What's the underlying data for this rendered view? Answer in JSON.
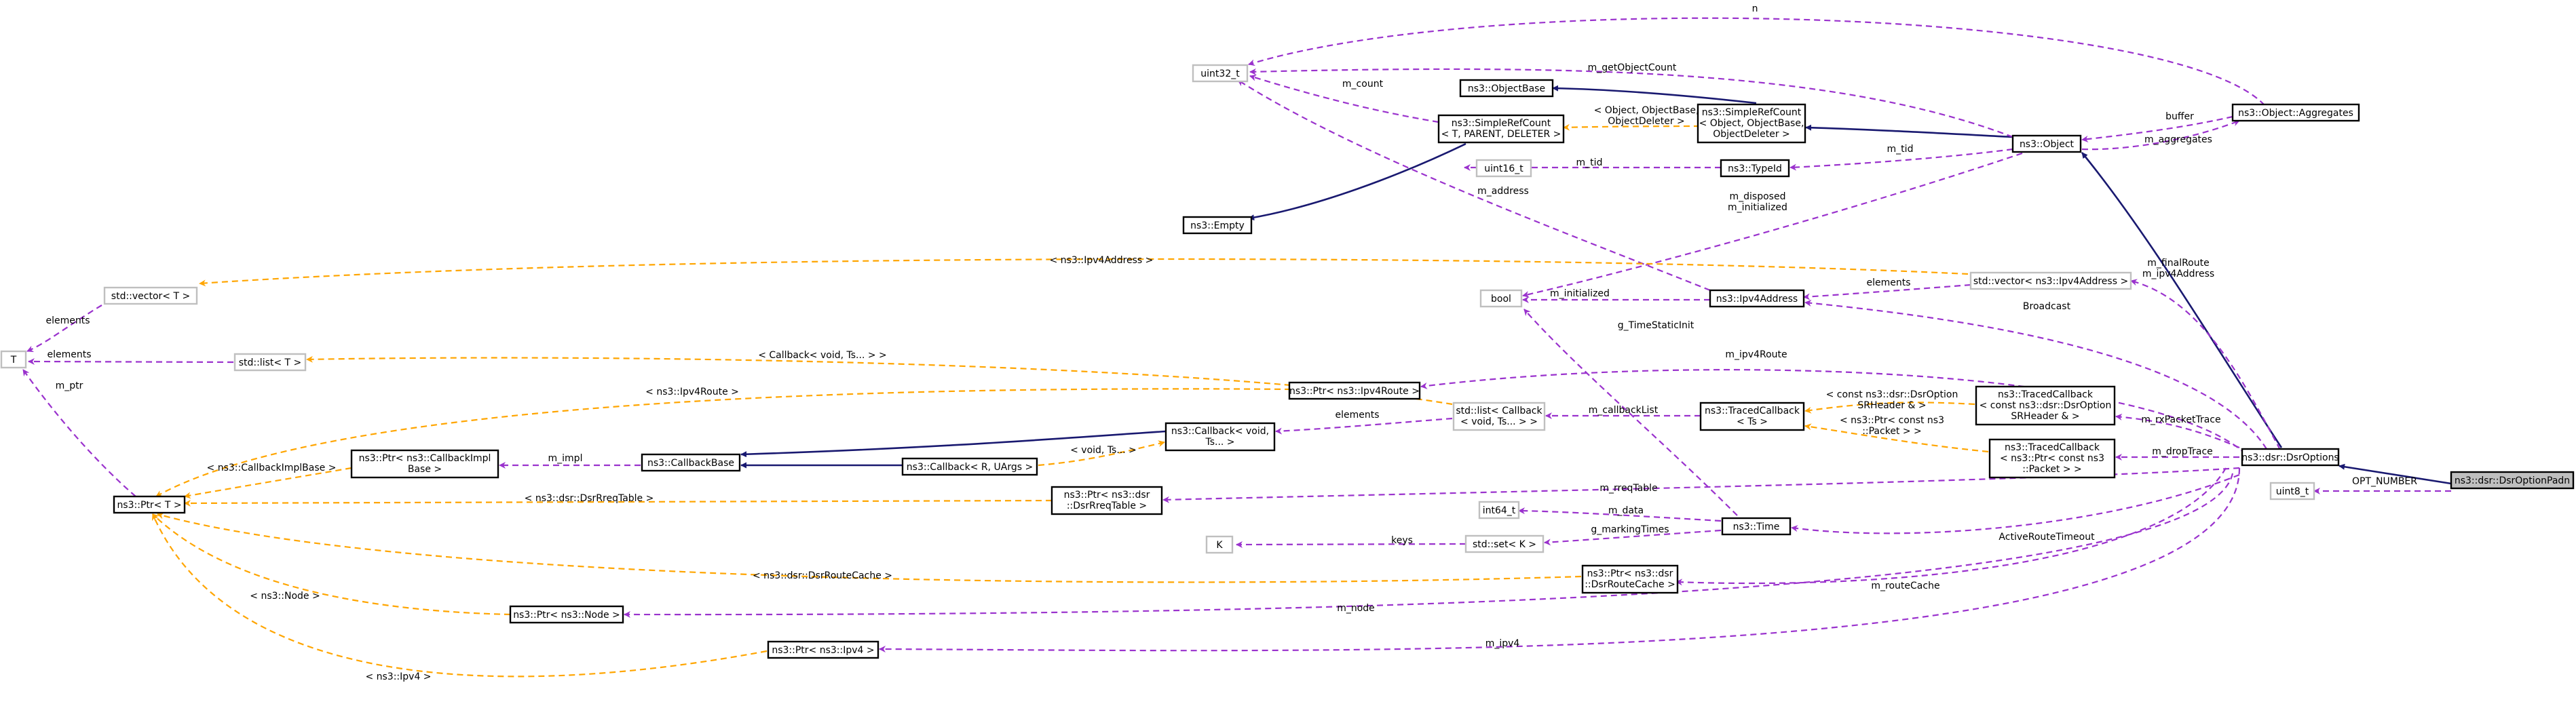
{
  "nodes": {
    "dsroptionpadn": "ns3::dsr::DsrOptionPadn",
    "dsroptions": "ns3::dsr::DsrOptions",
    "uint8": "uint8_t",
    "object": "ns3::Object",
    "aggregates": "ns3::Object::Aggregates",
    "simplerefcount_obj": [
      "ns3::SimpleRefCount",
      "< Object, ObjectBase,",
      "ObjectDeleter >"
    ],
    "objectbase": "ns3::ObjectBase",
    "simplerefcount_t": [
      "ns3::SimpleRefCount",
      "< T, PARENT, DELETER >"
    ],
    "empty": "ns3::Empty",
    "uint32": "uint32_t",
    "uint16": "uint16_t",
    "typeid": "ns3::TypeId",
    "bool": "bool",
    "ipv4address": "ns3::Ipv4Address",
    "vector_ipv4": "std::vector< ns3::Ipv4Address >",
    "vector_t": "std::vector< T >",
    "T": "T",
    "list_t": "std::list< T >",
    "ptr_t": "ns3::Ptr< T >",
    "ptr_ipv4route": "ns3::Ptr< ns3::Ipv4Route >",
    "list_callback": [
      "std::list< Callback",
      "< void, Ts... > >"
    ],
    "tracedcallback_ts": [
      "ns3::TracedCallback",
      "< Ts >"
    ],
    "traced_srheader": [
      "ns3::TracedCallback",
      "< const ns3::dsr::DsrOption",
      "SRHeader & >"
    ],
    "traced_packet": [
      "ns3::TracedCallback",
      "< ns3::Ptr< const ns3",
      "::Packet > >"
    ],
    "callback_void": [
      "ns3::Callback< void,",
      "Ts... >"
    ],
    "callbackbase": "ns3::CallbackBase",
    "ptr_callbackimpl": [
      "ns3::Ptr< ns3::CallbackImpl",
      "Base >"
    ],
    "callback_r": "ns3::Callback< R, UArgs >",
    "ptr_rreqtable": [
      "ns3::Ptr< ns3::dsr",
      "::DsrRreqTable >"
    ],
    "time": "ns3::Time",
    "int64": "int64_t",
    "set_k": "std::set< K >",
    "K": "K",
    "ptr_routecache": [
      "ns3::Ptr< ns3::dsr",
      "::DsrRouteCache >"
    ],
    "ptr_node": "ns3::Ptr< ns3::Node >",
    "ptr_ipv4": "ns3::Ptr< ns3::Ipv4 >"
  },
  "edge_labels": {
    "opt_number": "OPT_NUMBER",
    "n": "n",
    "m_getObjectCount": "m_getObjectCount",
    "m_count": "m_count",
    "object_objectbase_deleter": [
      "< Object, ObjectBase,",
      "ObjectDeleter >"
    ],
    "buffer": "buffer",
    "m_aggregates": "m_aggregates",
    "m_tid_typeid": "m_tid",
    "m_tid_uint16": "m_tid",
    "m_address": "m_address",
    "m_disposed_initialized": [
      "m_disposed",
      "m_initialized"
    ],
    "ns3_ipv4address": "< ns3::Ipv4Address >",
    "m_finalroute": [
      "m_finalRoute",
      "m_ipv4Address"
    ],
    "elements_vector": "elements",
    "elements_vec_t": "elements",
    "m_initialized": "m_initialized",
    "broadcast": "Broadcast",
    "elements_list_t": "elements",
    "callback_void_ts": "< Callback< void, Ts... > >",
    "g_timestaticinit": "g_TimeStaticInit",
    "m_ipv4route": "m_ipv4Route",
    "m_ptr": "m_ptr",
    "ns3_ipv4route": "< ns3::Ipv4Route >",
    "const_srheader": [
      "< const ns3::dsr::DsrOption",
      "SRHeader & >"
    ],
    "elements_callback": "elements",
    "m_callbacklist": "m_callbackList",
    "ptr_const_packet": [
      "< ns3::Ptr< const ns3",
      "::Packet > >"
    ],
    "m_rxpackettrace": "m_rxPacketTrace",
    "m_droptrace": "m_dropTrace",
    "ns3_callbackimplbase": "< ns3::CallbackImplBase >",
    "m_impl": "m_impl",
    "void_ts": "< void, Ts... >",
    "m_rreqtable": "m_rreqTable",
    "ns3_dsr_dsrrreqtable": "< ns3::dsr::DsrRreqTable >",
    "m_data": "m_data",
    "g_markingtimes": "g_markingTimes",
    "keys": "keys",
    "activeroutetimeout": "ActiveRouteTimeout",
    "ns3_dsr_dsrroutecache": "< ns3::dsr::DsrRouteCache >",
    "m_routecache": "m_routeCache",
    "ns3_node": "< ns3::Node >",
    "m_node": "m_node",
    "m_ipv4": "m_ipv4",
    "ns3_ipv4": "< ns3::Ipv4 >"
  }
}
